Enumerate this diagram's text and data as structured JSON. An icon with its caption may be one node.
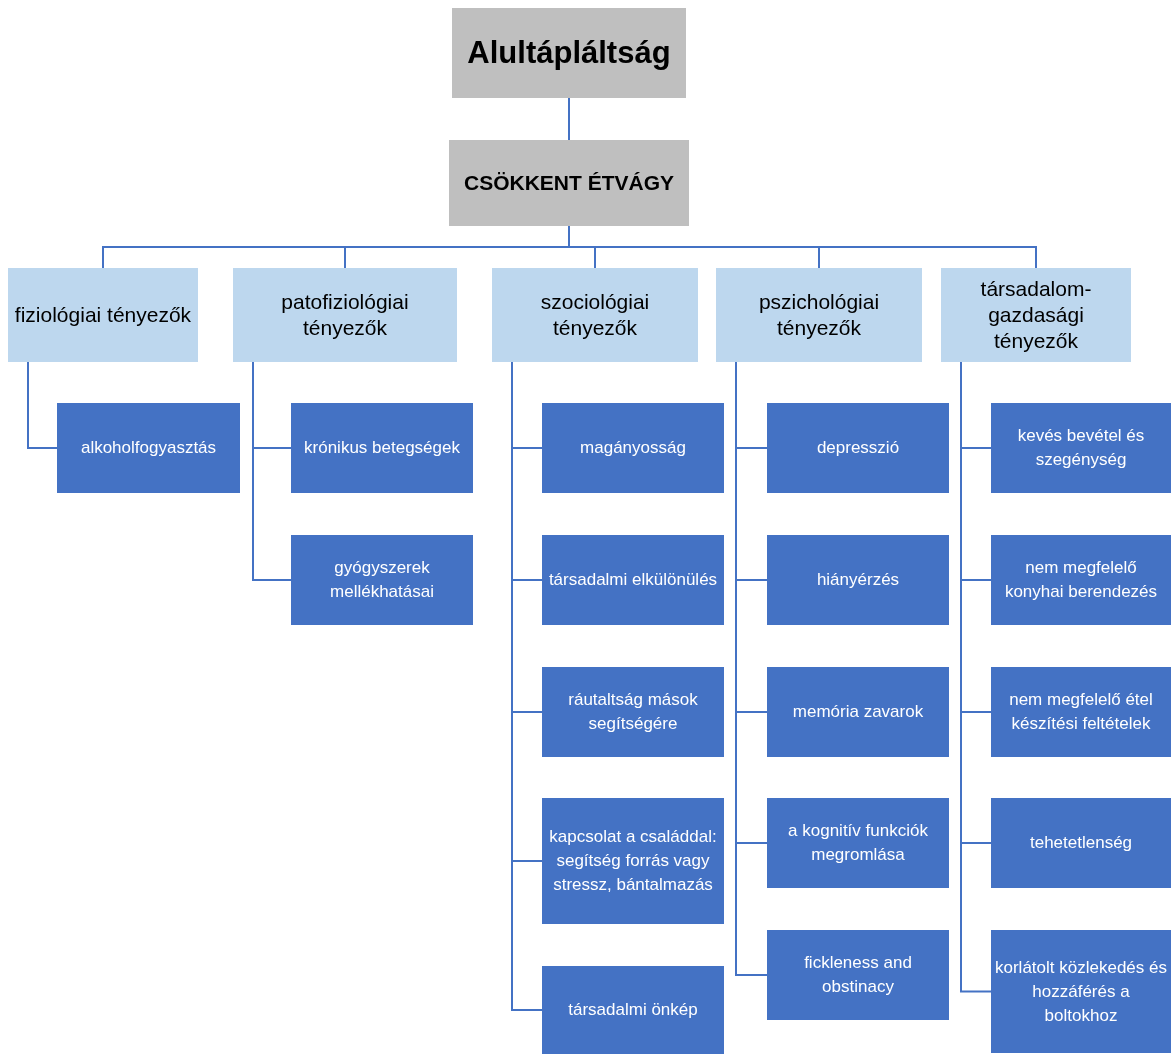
{
  "diagram": {
    "nodes": [
      {
        "text": [
          "Alultápláltság"
        ]
      },
      {
        "text": [
          "CSÖKKENT ÉTVÁGY"
        ]
      },
      {
        "text": [
          "fiziológiai tényezők"
        ]
      },
      {
        "text": [
          "patofiziológiai tényezők"
        ]
      },
      {
        "text": [
          "szociológiai tényezők"
        ]
      },
      {
        "text": [
          "pszichológiai tényezők"
        ]
      },
      {
        "text": [
          "társadalom-gazdasági tényezők"
        ]
      },
      {
        "text": [
          "alkoholfogyasztás"
        ]
      },
      {
        "text": [
          "krónikus betegségek"
        ]
      },
      {
        "text": [
          "gyógyszerek mellékhatásai"
        ]
      },
      {
        "text": [
          "magányosság"
        ]
      },
      {
        "text": [
          "társadalmi elkülönülés"
        ]
      },
      {
        "text": [
          "ráutaltság mások segítségére"
        ]
      },
      {
        "text": [
          "kapcsolat a családdal: segítség forrás vagy stressz, bántalmazás"
        ]
      },
      {
        "text": [
          "társadalmi önkép"
        ]
      },
      {
        "text": [
          "depresszió"
        ]
      },
      {
        "text": [
          "hiányérzés"
        ]
      },
      {
        "text": [
          "memória zavarok"
        ]
      },
      {
        "text": [
          "a kognitív funkciók megromlása"
        ]
      },
      {
        "text": [
          "fickleness and obstinacy"
        ]
      },
      {
        "text": [
          "kevés bevétel és szegénység"
        ]
      },
      {
        "text": [
          "nem megfelelő konyhai berendezés"
        ]
      },
      {
        "text": [
          "nem megfelelő étel készítési feltételek"
        ]
      },
      {
        "text": [
          "tehetetlenség"
        ]
      },
      {
        "text": [
          "korlátolt közlekedés és hozzáférés a boltokhoz"
        ]
      }
    ],
    "edges": [
      {
        "from": 0,
        "to": 1,
        "arrow": "none"
      },
      {
        "from": 1,
        "to": 2,
        "arrow": "none"
      },
      {
        "from": 1,
        "to": 3,
        "arrow": "none"
      },
      {
        "from": 1,
        "to": 4,
        "arrow": "none"
      },
      {
        "from": 1,
        "to": 5,
        "arrow": "none"
      },
      {
        "from": 1,
        "to": 6,
        "arrow": "none"
      },
      {
        "from": 2,
        "to": 7,
        "arrow": "none"
      },
      {
        "from": 3,
        "to": 8,
        "arrow": "none"
      },
      {
        "from": 3,
        "to": 9,
        "arrow": "none"
      },
      {
        "from": 4,
        "to": 10,
        "arrow": "none"
      },
      {
        "from": 4,
        "to": 11,
        "arrow": "none"
      },
      {
        "from": 4,
        "to": 12,
        "arrow": "none"
      },
      {
        "from": 4,
        "to": 13,
        "arrow": "none"
      },
      {
        "from": 4,
        "to": 14,
        "arrow": "none"
      },
      {
        "from": 5,
        "to": 15,
        "arrow": "none"
      },
      {
        "from": 5,
        "to": 16,
        "arrow": "none"
      },
      {
        "from": 5,
        "to": 17,
        "arrow": "none"
      },
      {
        "from": 5,
        "to": 18,
        "arrow": "none"
      },
      {
        "from": 5,
        "to": 19,
        "arrow": "none"
      },
      {
        "from": 6,
        "to": 20,
        "arrow": "none"
      },
      {
        "from": 6,
        "to": 21,
        "arrow": "none"
      },
      {
        "from": 6,
        "to": 22,
        "arrow": "none"
      },
      {
        "from": 6,
        "to": 23,
        "arrow": "none"
      },
      {
        "from": 6,
        "to": 24,
        "arrow": "none"
      }
    ]
  }
}
